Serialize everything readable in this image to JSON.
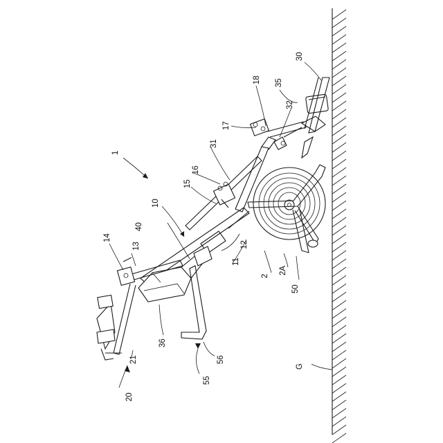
{
  "figure": {
    "labels": [
      {
        "id": "label-1",
        "text": "1"
      },
      {
        "id": "label-10",
        "text": "10"
      },
      {
        "id": "label-11",
        "text": "11"
      },
      {
        "id": "label-12",
        "text": "12"
      },
      {
        "id": "label-13",
        "text": "13"
      },
      {
        "id": "label-14",
        "text": "14"
      },
      {
        "id": "label-15",
        "text": "15"
      },
      {
        "id": "label-16",
        "text": "16"
      },
      {
        "id": "label-17",
        "text": "17"
      },
      {
        "id": "label-18",
        "text": "18"
      },
      {
        "id": "label-2",
        "text": "2"
      },
      {
        "id": "label-2a",
        "text": "2A"
      },
      {
        "id": "label-20",
        "text": "20"
      },
      {
        "id": "label-21",
        "text": "21"
      },
      {
        "id": "label-30",
        "text": "30"
      },
      {
        "id": "label-31",
        "text": "31"
      },
      {
        "id": "label-32",
        "text": "32"
      },
      {
        "id": "label-35",
        "text": "35"
      },
      {
        "id": "label-36",
        "text": "36"
      },
      {
        "id": "label-40",
        "text": "40"
      },
      {
        "id": "label-50",
        "text": "50"
      },
      {
        "id": "label-55",
        "text": "55"
      },
      {
        "id": "label-56",
        "text": "56"
      },
      {
        "id": "label-g",
        "text": "G"
      }
    ]
  }
}
